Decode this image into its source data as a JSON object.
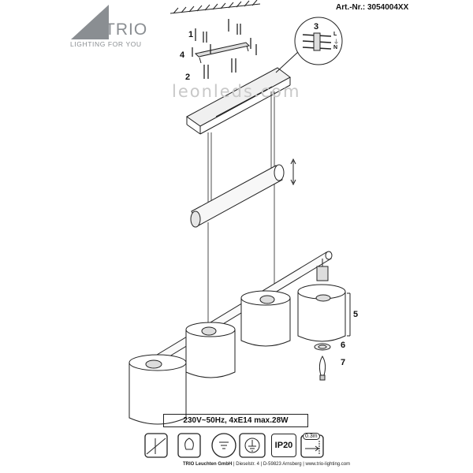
{
  "brand": {
    "name": "TRIO",
    "tagline": "LIGHTING FOR YOU"
  },
  "article_number": "Art.-Nr.: 3054004XX",
  "watermark": "leonleds.com",
  "step_numbers": {
    "s1": "1",
    "s2": "2",
    "s3": "3",
    "s4": "4",
    "s5": "5",
    "s6": "6",
    "s7": "7"
  },
  "wire_labels": {
    "l": "L",
    "earth": "⏚",
    "n": "N"
  },
  "specs": "230V~50Hz, 4xE14  max.28W",
  "icons": {
    "ip_rating": "IP20",
    "distance": "0.3m"
  },
  "footer": {
    "company": "TRIO Leuchten GmbH",
    "address": "Dieselstr. 4",
    "city": "D-59823 Arnsberg",
    "web": "www.trio-lighting.com"
  }
}
